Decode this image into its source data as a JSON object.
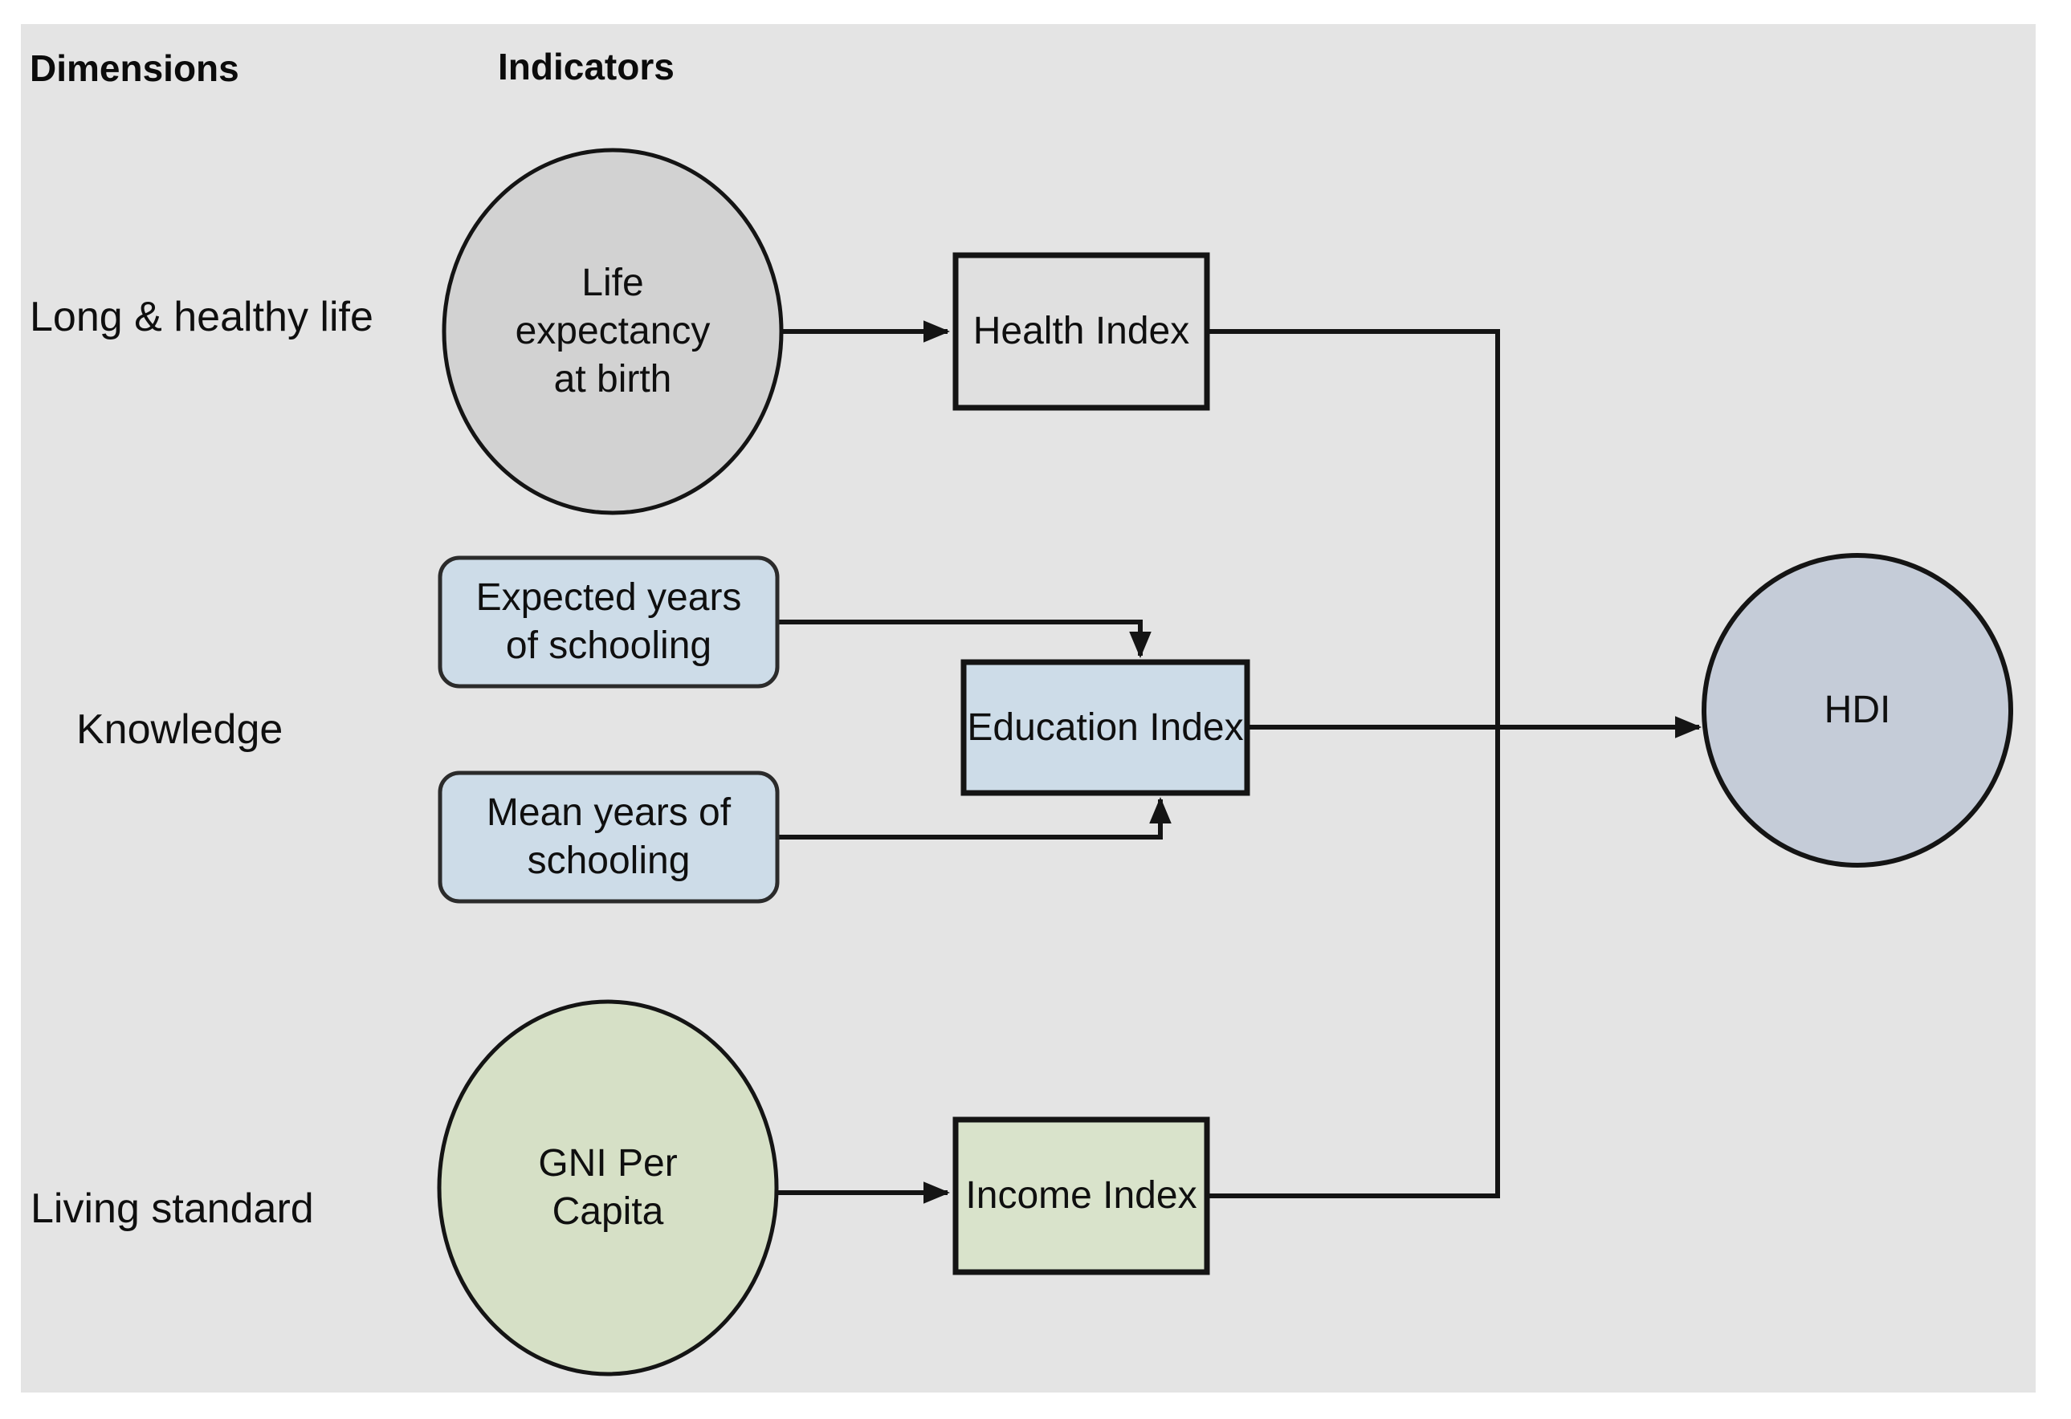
{
  "headers": {
    "dimensions": "Dimensions",
    "indicators": "Indicators"
  },
  "dimension_labels": [
    {
      "label": "Long & healthy life"
    },
    {
      "label": "Knowledge"
    },
    {
      "label": "Living standard"
    }
  ],
  "nodes": {
    "life_expectancy": {
      "label": "Life expectancy at birth",
      "shape": "ellipse",
      "fill": "#d2d2d2"
    },
    "health_index": {
      "label": "Health Index",
      "shape": "rect",
      "fill": "#e0e0e0"
    },
    "expected_years": {
      "label": "Expected years of schooling",
      "shape": "rounded-rect",
      "fill": "#cddce8"
    },
    "mean_years": {
      "label": "Mean years of schooling",
      "shape": "rounded-rect",
      "fill": "#cddce8"
    },
    "education_index": {
      "label": "Education Index",
      "shape": "rect",
      "fill": "#cddce8"
    },
    "gni_per_capita": {
      "label": "GNI Per Capita",
      "shape": "ellipse",
      "fill": "#d6e0c6"
    },
    "income_index": {
      "label": "Income Index",
      "shape": "rect",
      "fill": "#d9e3cb"
    },
    "hdi": {
      "label": "HDI",
      "shape": "ellipse",
      "fill": "#c5ccd8"
    }
  },
  "edges": [
    {
      "from": "Life expectancy at birth",
      "to": "Health Index"
    },
    {
      "from": "Expected years of schooling",
      "to": "Education Index"
    },
    {
      "from": "Mean years of schooling",
      "to": "Education Index"
    },
    {
      "from": "GNI Per Capita",
      "to": "Income Index"
    },
    {
      "from": "Health Index",
      "to": "HDI"
    },
    {
      "from": "Education Index",
      "to": "HDI"
    },
    {
      "from": "Income Index",
      "to": "HDI"
    }
  ],
  "colors": {
    "canvas_background": "#e4e4e4",
    "page_background": "#ffffff",
    "line": "#141414",
    "text": "#0f0f0f"
  }
}
